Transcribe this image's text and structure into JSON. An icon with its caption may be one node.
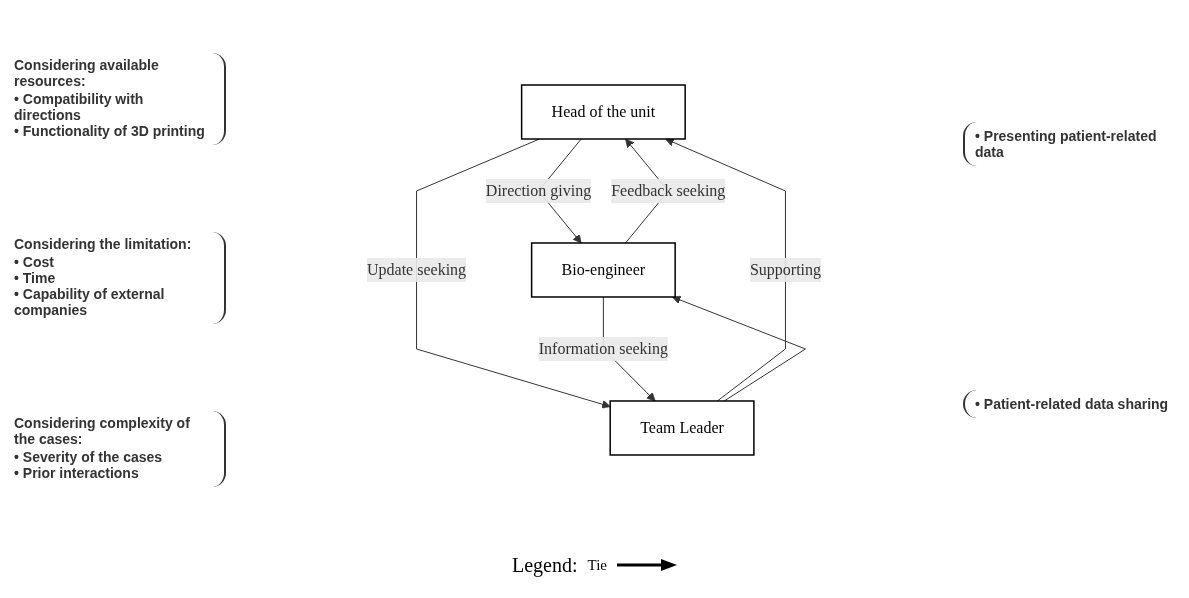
{
  "diagram": {
    "nodes": [
      {
        "text": [
          "Head of the unit"
        ]
      },
      {
        "text": [
          "Bio-engineer"
        ]
      },
      {
        "text": [
          "Team Leader"
        ]
      }
    ],
    "edges": [
      {
        "from": 1,
        "to": 0,
        "arrow": "to",
        "label": "Feedback seeking"
      },
      {
        "from": 0,
        "to": 1,
        "arrow": "to",
        "label": "Direction giving"
      },
      {
        "from": 0,
        "to": 2,
        "arrow": "to",
        "label": "Update seeking"
      },
      {
        "from": 2,
        "to": 0,
        "arrow": "to",
        "label": "Supporting"
      },
      {
        "from": 1,
        "to": 2,
        "arrow": "to",
        "label": "Information seeking"
      },
      {
        "from": 2,
        "to": 1,
        "arrow": "to"
      }
    ],
    "labels": [
      "Considering available resources:",
      "• Compatibility with directions",
      "• Functionality of 3D printing",
      "Considering the limitation:",
      "• Cost",
      "• Time",
      "• Capability of external companies",
      "• Presenting patient-related data",
      "• Patient-related data sharing",
      "Considering complexity of the cases:",
      "• Severity of the cases",
      "• Prior interactions",
      "Legend:"
    ],
    "legend": [
      {
        "text": "Tie"
      }
    ]
  }
}
